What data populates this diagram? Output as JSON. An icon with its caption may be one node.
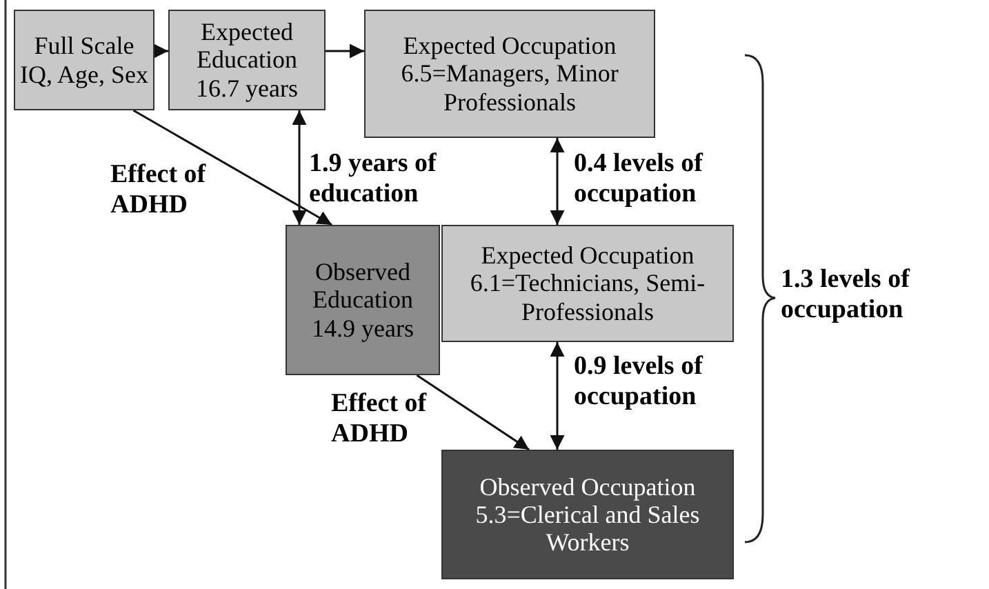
{
  "diagram": {
    "nodes": [
      {
        "text": [
          "Full Scale IQ, Age, Sex"
        ]
      },
      {
        "text": [
          "Expected Education 16.7 years"
        ]
      },
      {
        "text": [
          "Expected Occupation 6.5=Managers, Minor Professionals"
        ]
      },
      {
        "text": [
          "Observed Education 14.9 years"
        ]
      },
      {
        "text": [
          "Expected Occupation 6.1=Technicians, Semi-Professionals"
        ]
      },
      {
        "text": [
          "Observed Occupation 5.3=Clerical and Sales Workers"
        ]
      }
    ],
    "edges": [
      {
        "from": 0,
        "to": 1,
        "arrow": "to"
      },
      {
        "from": 1,
        "to": 2,
        "arrow": "to"
      },
      {
        "from": 0,
        "to": 3,
        "arrow": "to",
        "label": "Effect of ADHD"
      },
      {
        "from": 1,
        "to": 3,
        "arrow": "both",
        "label": "1.9 years of education"
      },
      {
        "from": 2,
        "to": 4,
        "arrow": "both",
        "label": "0.4 levels of occupation"
      },
      {
        "from": 3,
        "to": 5,
        "arrow": "to",
        "label": "Effect of ADHD"
      },
      {
        "from": 4,
        "to": 5,
        "arrow": "both",
        "label": "0.9 levels of occupation"
      }
    ],
    "labels": [
      "1.3 levels of occupation"
    ]
  }
}
